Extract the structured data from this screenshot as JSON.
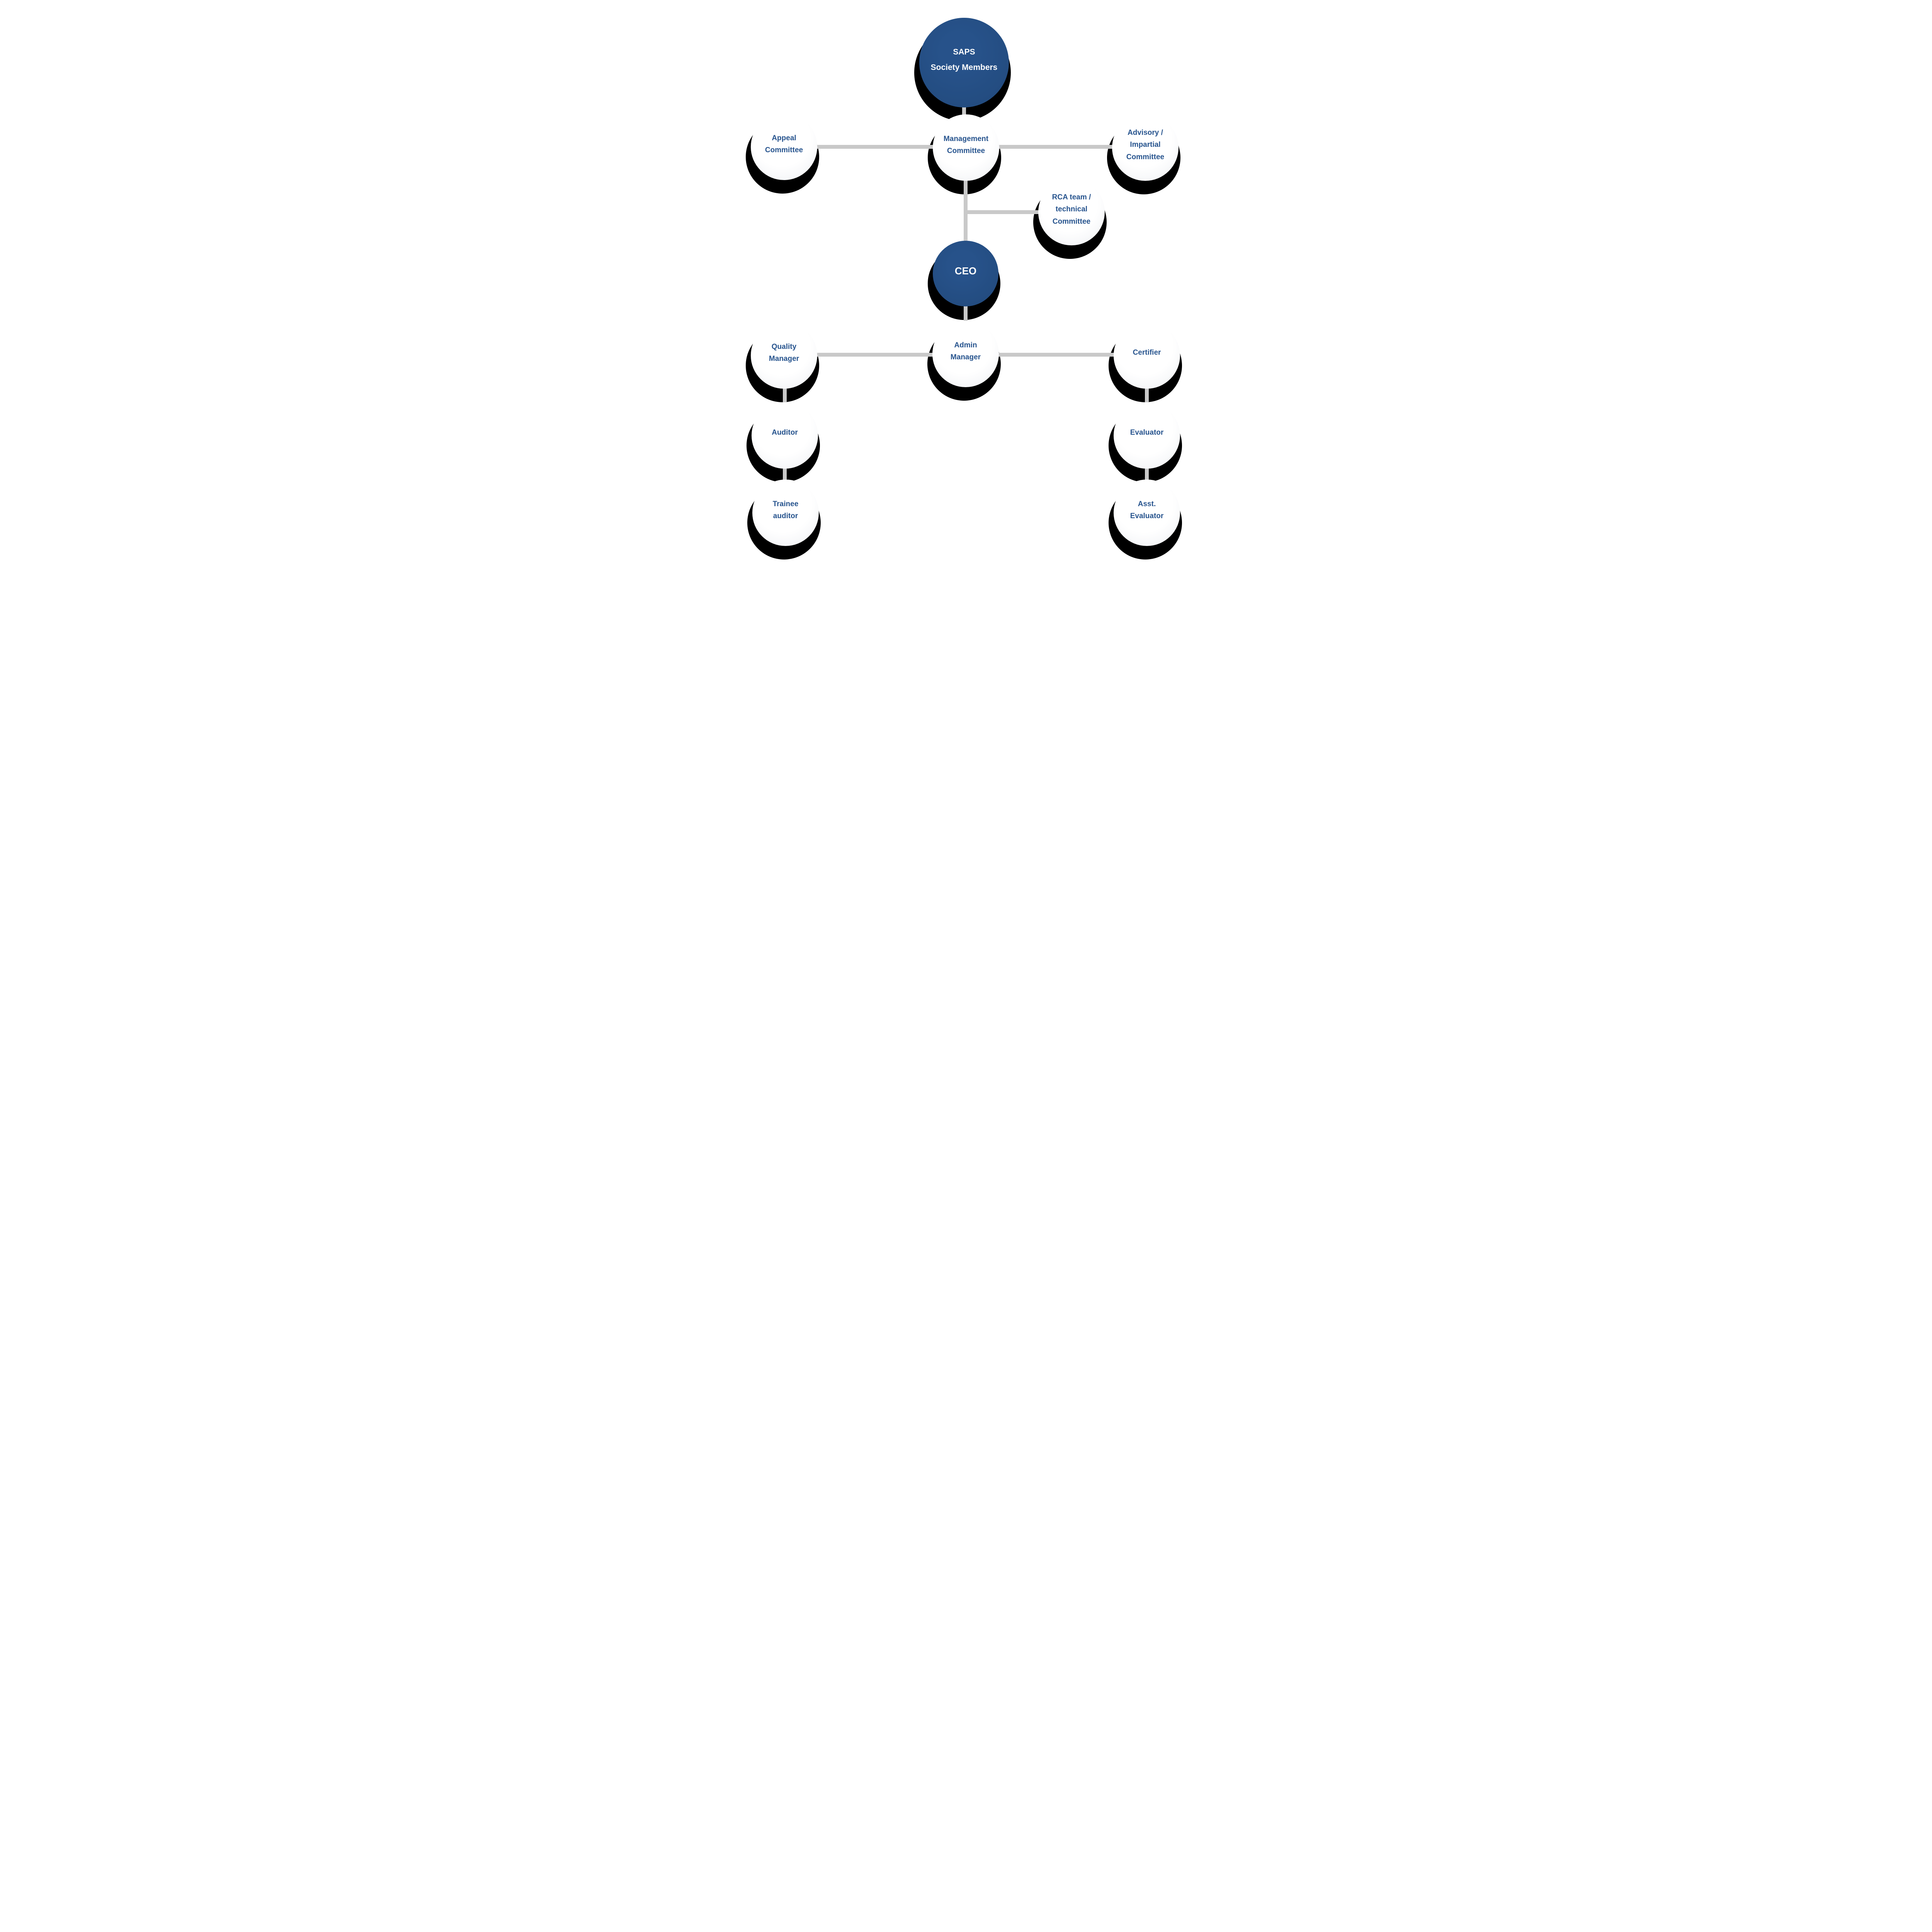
{
  "diagram": {
    "type": "org-chart",
    "background": "#FFFFFF",
    "colors": {
      "primary_node_fill": "#21497B",
      "primary_node_text": "#FFFFFF",
      "secondary_node_fill": "#FFFFFF",
      "secondary_node_text": "#27548E",
      "connector": "#C9C9C9",
      "shadow": "#000000"
    },
    "nodes": {
      "saps": {
        "label": "SAPS\nSociety Members",
        "type": "primary"
      },
      "appeal": {
        "label": "Appeal\nCommittee",
        "type": "secondary"
      },
      "management": {
        "label": "Management\nCommittee",
        "type": "secondary"
      },
      "advisory": {
        "label": "Advisory /\nImpartial\nCommittee",
        "type": "secondary"
      },
      "rca": {
        "label": "RCA team /\ntechnical\nCommittee",
        "type": "secondary"
      },
      "ceo": {
        "label": "CEO",
        "type": "primary"
      },
      "quality_manager": {
        "label": "Quality\nManager",
        "type": "secondary"
      },
      "admin_manager": {
        "label": "Admin\nManager",
        "type": "secondary"
      },
      "certifier": {
        "label": "Certifier",
        "type": "secondary"
      },
      "auditor": {
        "label": "Auditor",
        "type": "secondary"
      },
      "trainee_auditor": {
        "label": "Trainee\nauditor",
        "type": "secondary"
      },
      "evaluator": {
        "label": "Evaluator",
        "type": "secondary"
      },
      "asst_evaluator": {
        "label": "Asst.\nEvaluator",
        "type": "secondary"
      }
    },
    "edges": [
      {
        "from": "saps",
        "to": "management"
      },
      {
        "from": "appeal",
        "to": "management"
      },
      {
        "from": "management",
        "to": "advisory"
      },
      {
        "from": "management",
        "to": "ceo"
      },
      {
        "from": "management",
        "to": "rca"
      },
      {
        "from": "ceo",
        "to": "admin_manager"
      },
      {
        "from": "quality_manager",
        "to": "admin_manager"
      },
      {
        "from": "admin_manager",
        "to": "certifier"
      },
      {
        "from": "quality_manager",
        "to": "auditor"
      },
      {
        "from": "auditor",
        "to": "trainee_auditor"
      },
      {
        "from": "certifier",
        "to": "evaluator"
      },
      {
        "from": "evaluator",
        "to": "asst_evaluator"
      }
    ]
  }
}
